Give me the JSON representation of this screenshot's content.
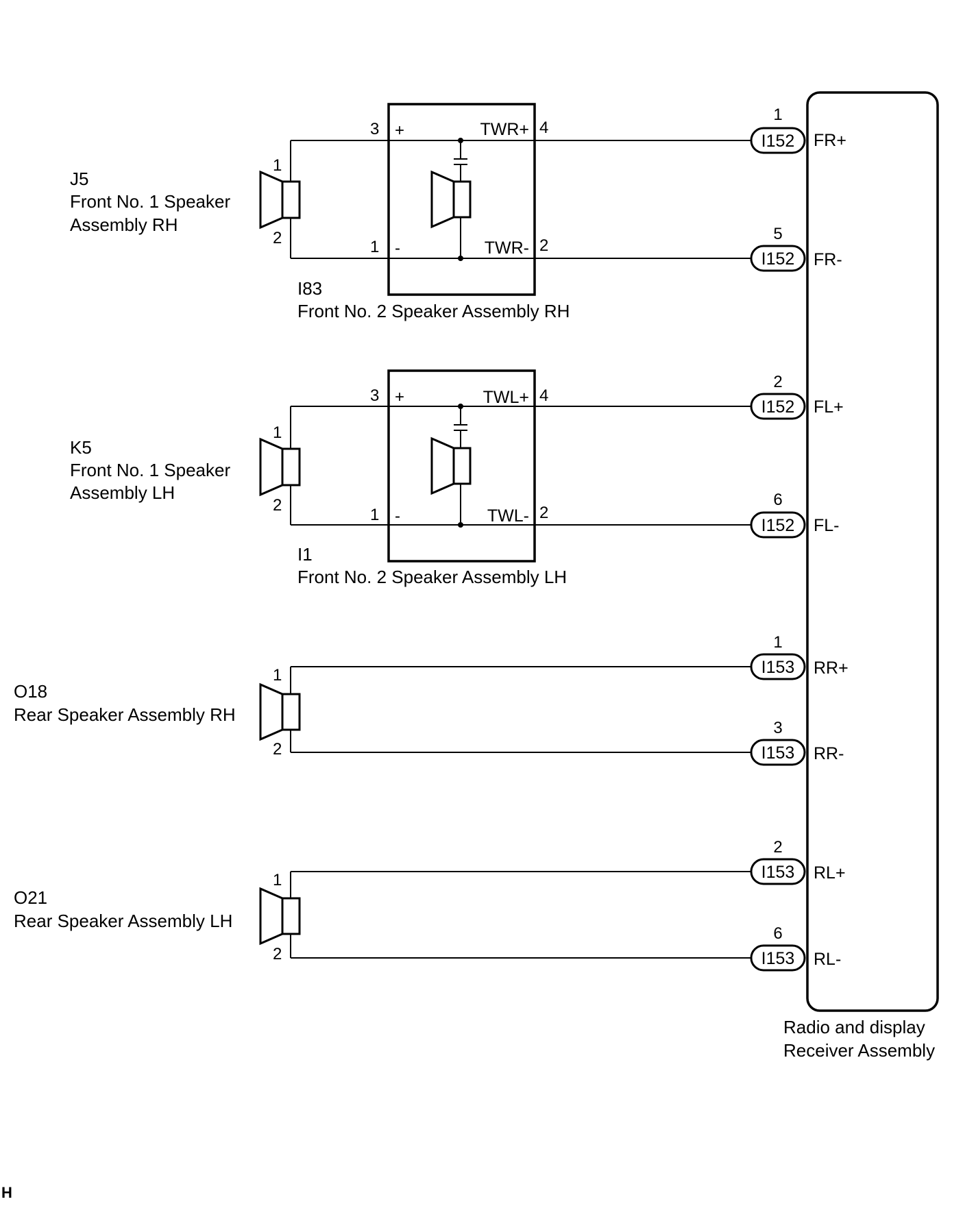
{
  "receiver": {
    "label_line1": "Radio and display",
    "label_line2": "Receiver Assembly"
  },
  "connectors": [
    {
      "id": "I152",
      "pin": "1",
      "signal": "FR+"
    },
    {
      "id": "I152",
      "pin": "5",
      "signal": "FR-"
    },
    {
      "id": "I152",
      "pin": "2",
      "signal": "FL+"
    },
    {
      "id": "I152",
      "pin": "6",
      "signal": "FL-"
    },
    {
      "id": "I153",
      "pin": "1",
      "signal": "RR+"
    },
    {
      "id": "I153",
      "pin": "3",
      "signal": "RR-"
    },
    {
      "id": "I153",
      "pin": "2",
      "signal": "RL+"
    },
    {
      "id": "I153",
      "pin": "6",
      "signal": "RL-"
    }
  ],
  "tweeters": [
    {
      "code": "I83",
      "name": "Front No. 2 Speaker Assembly RH",
      "pin_pos": "3",
      "pin_neg": "1",
      "pin_out_pos": "4",
      "pin_out_neg": "2",
      "mark_pos": "+",
      "mark_neg": "-",
      "sig_pos": "TWR+",
      "sig_neg": "TWR-"
    },
    {
      "code": "I1",
      "name": "Front No. 2 Speaker Assembly LH",
      "pin_pos": "3",
      "pin_neg": "1",
      "pin_out_pos": "4",
      "pin_out_neg": "2",
      "mark_pos": "+",
      "mark_neg": "-",
      "sig_pos": "TWL+",
      "sig_neg": "TWL-"
    }
  ],
  "speakers": [
    {
      "code": "J5",
      "line1": "Front No. 1 Speaker",
      "line2": "Assembly RH",
      "pin_top": "1",
      "pin_bottom": "2"
    },
    {
      "code": "K5",
      "line1": "Front No. 1 Speaker",
      "line2": "Assembly LH",
      "pin_top": "1",
      "pin_bottom": "2"
    },
    {
      "code": "O18",
      "line1": "Rear Speaker Assembly RH",
      "line2": "",
      "pin_top": "1",
      "pin_bottom": "2"
    },
    {
      "code": "O21",
      "line1": "Rear Speaker Assembly LH",
      "line2": "",
      "pin_top": "1",
      "pin_bottom": "2"
    }
  ],
  "corner_mark": "H"
}
